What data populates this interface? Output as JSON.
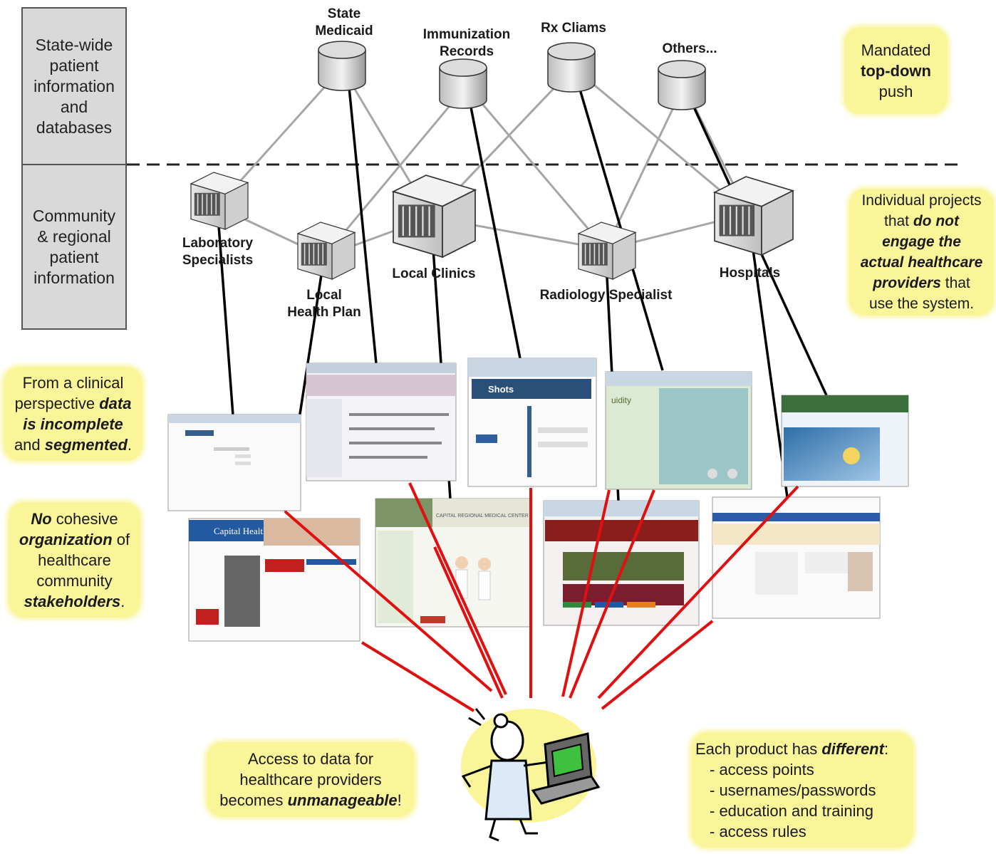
{
  "left_panels": {
    "statewide": "State-wide patient information and databases",
    "community": "Community & regional patient information"
  },
  "databases": [
    {
      "id": "medicaid",
      "label_line1": "State",
      "label_line2": "Medicaid"
    },
    {
      "id": "immunization",
      "label_line1": "Immunization",
      "label_line2": "Records"
    },
    {
      "id": "rx",
      "label_line1": "Rx Cliams",
      "label_line2": ""
    },
    {
      "id": "others",
      "label_line1": "Others...",
      "label_line2": ""
    }
  ],
  "servers": [
    {
      "id": "lab",
      "label_line1": "Laboratory",
      "label_line2": "Specialists"
    },
    {
      "id": "healthplan",
      "label_line1": "Local",
      "label_line2": "Health Plan"
    },
    {
      "id": "clinics",
      "label_line1": "Local Clinics",
      "label_line2": ""
    },
    {
      "id": "radiology",
      "label_line1": "Radiology Specialist",
      "label_line2": ""
    },
    {
      "id": "hospitals",
      "label_line1": "Hospitals",
      "label_line2": ""
    }
  ],
  "notes": {
    "mandated": {
      "pre": "Mandated",
      "bold": "top-down",
      "post": "push"
    },
    "individual": {
      "l1": "Individual projects",
      "l2a": "that ",
      "l2b": "do not",
      "l3": "engage the",
      "l4": "actual healthcare",
      "l5a": "providers",
      "l5b": " that",
      "l6": "use the system."
    },
    "clinical": {
      "l1": "From a clinical",
      "l2a": "perspective ",
      "l2b": "data",
      "l3": "is incomplete",
      "l4a": "and ",
      "l4b": "segmented",
      "l4c": "."
    },
    "cohesive": {
      "l1a": "No",
      "l1b": " cohesive",
      "l2a": "organization",
      "l2b": " of",
      "l3": "healthcare",
      "l4": "community",
      "l5a": "stakeholders",
      "l5b": "."
    },
    "access": {
      "l1": "Access to data for",
      "l2": "healthcare providers",
      "l3a": "becomes ",
      "l3b": "unmanageable",
      "l3c": "!"
    },
    "product": {
      "l1a": "Each product has ",
      "l1b": "different",
      "l1c": ":",
      "items": [
        "- access points",
        "- usernames/passwords",
        "- education and training",
        "- access rules"
      ]
    }
  },
  "screenshots": {
    "capital_health": "Capital Health",
    "shots": "Shots",
    "acuity": "uidity",
    "capital_regional": "CAPITAL REGIONAL MEDICAL CENTER"
  },
  "colors": {
    "note_bg": "#fbf59a",
    "panel_bg": "#d9d9d9",
    "red_line": "#e01010",
    "gray_line": "#a6a6a6"
  }
}
